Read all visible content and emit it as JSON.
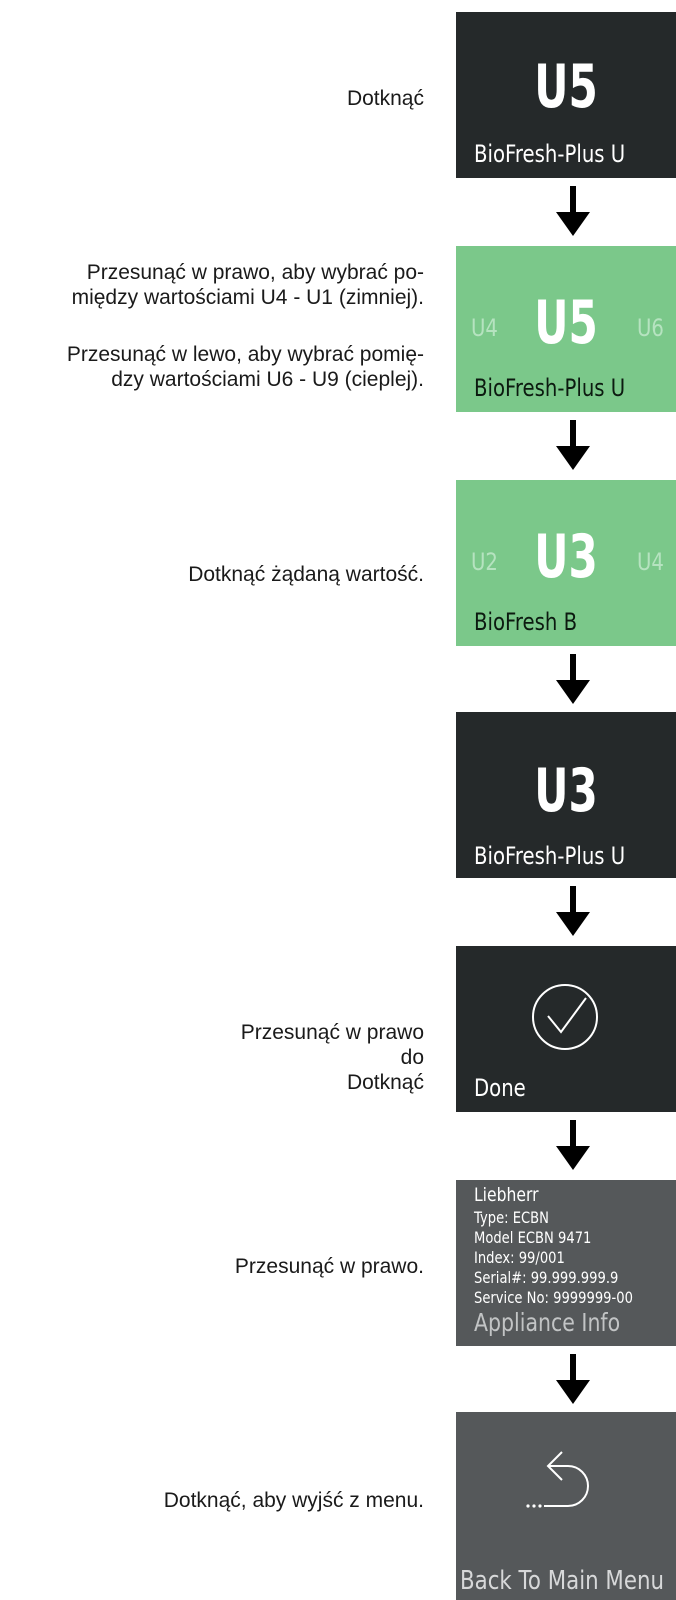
{
  "steps": [
    {
      "instruction": "Dotknąć",
      "value": "U5",
      "label": "BioFresh-Plus U"
    },
    {
      "instruction_1": "Przesunąć w prawo, aby wybrać po-\nmiędzy wartościami U4 - U1 (zimniej).",
      "instruction_2": "Przesunąć w lewo, aby wybrać pomię-\ndzy wartościami U6 - U9 (cieplej).",
      "left": "U4",
      "value": "U5",
      "right": "U6",
      "label": "BioFresh-Plus U"
    },
    {
      "instruction": "Dotknąć żądaną wartość.",
      "left": "U2",
      "value": "U3",
      "right": "U4",
      "label": "BioFresh B"
    },
    {
      "value": "U3",
      "label": "BioFresh-Plus U"
    },
    {
      "instruction_1": "Przesunąć w prawo",
      "instruction_2": "do",
      "instruction_3": "Dotknąć",
      "label": "Done",
      "icon": "check-circle-icon"
    },
    {
      "instruction": "Przesunąć w prawo.",
      "info": [
        "Liebherr",
        "Type: ECBN",
        "Model ECBN 9471",
        "Index: 99/001",
        "Serial#: 99.999.999.9",
        "Service No: 9999999-00"
      ],
      "label": "Appliance Info"
    },
    {
      "instruction": "Dotknąć, aby wyjść z menu.",
      "label": "Back To Main Menu",
      "icon": "back-arrow-icon"
    }
  ],
  "colors": {
    "dark": "#25292a",
    "green": "#7bc88a",
    "gray": "#55585a"
  }
}
